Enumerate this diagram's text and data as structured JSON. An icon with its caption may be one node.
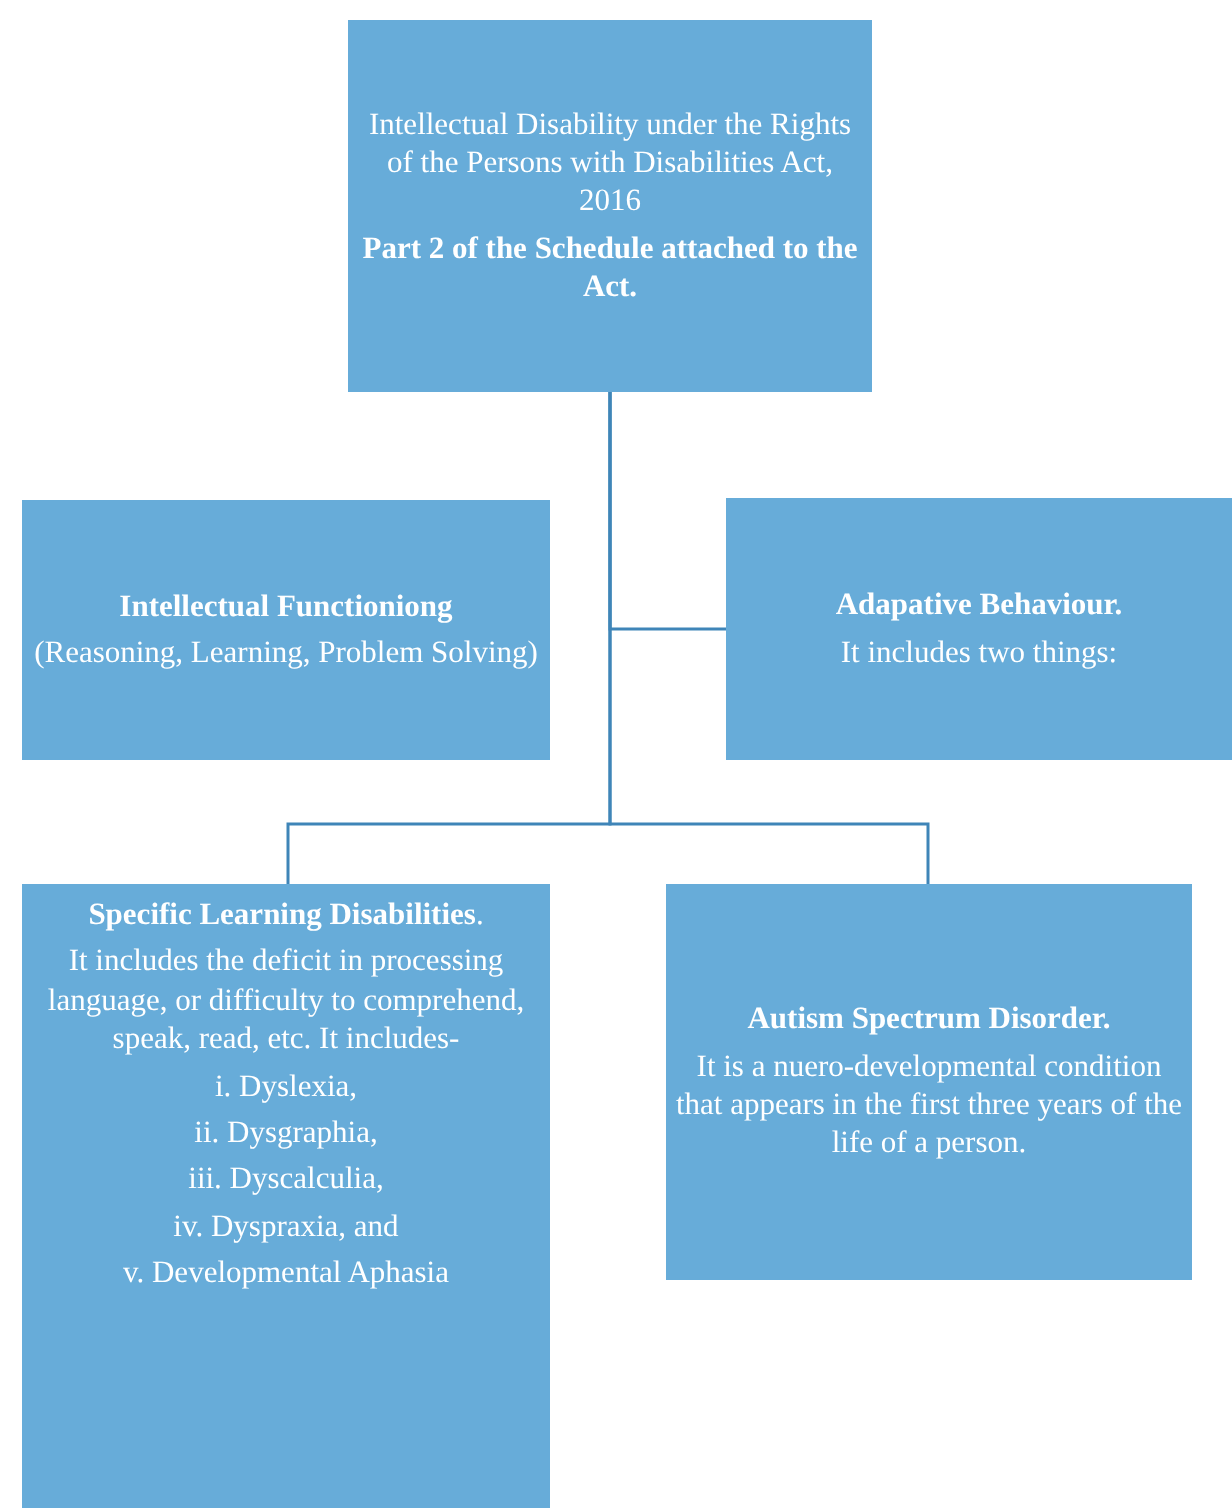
{
  "diagram": {
    "nodes": [
      {
        "text": [
          "Intellectual Disability under the Rights of the Persons with Disabilities Act, 2016",
          "Part 2 of the Schedule attached  to the Act."
        ]
      },
      {
        "text": [
          "Intellectual Functioniong",
          "(Reasoning, Learning, Problem Solving)"
        ]
      },
      {
        "text": [
          "Adapative Behaviour.",
          "It includes two things:"
        ]
      },
      {
        "text": [
          "**Specific Learning Disabilities**.",
          "It includes the deficit in processing language, or difficulty to comprehend, speak, read, etc. It includes-",
          "i. Dyslexia,",
          "ii. Dysgraphia,",
          "iii. Dyscalculia,",
          "iv. Dyspraxia, and",
          "v. Developmental Aphasia"
        ]
      },
      {
        "text": [
          "Autism Spectrum Disorder.",
          "It is a nuero-developmental condition that appears in the first three years of the life of a person."
        ]
      }
    ],
    "edges": [
      {
        "from": 0,
        "to": 2,
        "arrow": "none"
      },
      {
        "from": 0,
        "to": 3,
        "arrow": "none"
      },
      {
        "from": 0,
        "to": 4,
        "arrow": "none"
      }
    ]
  }
}
